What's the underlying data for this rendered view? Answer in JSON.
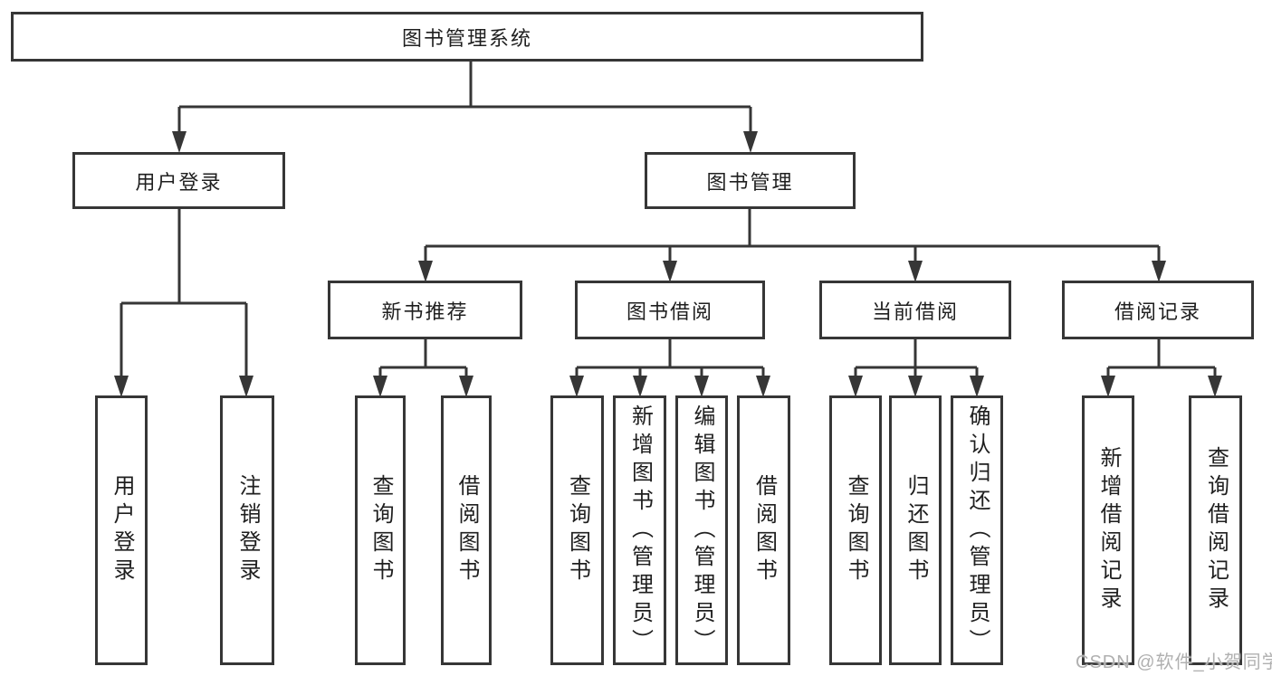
{
  "diagram": {
    "title": "图书管理系统",
    "colors": {
      "line": "#363636",
      "text": "#1f1f1f",
      "background": "#ffffff",
      "watermark": "#b0b0b0"
    },
    "nodes": {
      "root": {
        "label": "图书管理系统"
      },
      "user_login": {
        "label": "用户登录"
      },
      "book_mgmt": {
        "label": "图书管理"
      },
      "new_book_rec": {
        "label": "新书推荐"
      },
      "book_borrowing": {
        "label": "图书借阅"
      },
      "current_borrow": {
        "label": "当前借阅"
      },
      "borrow_records": {
        "label": "借阅记录"
      },
      "leaf_user_login": {
        "label": "用户登录"
      },
      "leaf_logout": {
        "label": "注销登录"
      },
      "leaf_rec_query": {
        "label": "查询图书"
      },
      "leaf_rec_borrow": {
        "label": "借阅图书"
      },
      "leaf_bb_query": {
        "label": "查询图书"
      },
      "leaf_bb_add": {
        "label": "新增图书（管理员）"
      },
      "leaf_bb_edit": {
        "label": "编辑图书（管理员）"
      },
      "leaf_bb_borrow": {
        "label": "借阅图书"
      },
      "leaf_cb_query": {
        "label": "查询图书"
      },
      "leaf_cb_return": {
        "label": "归还图书"
      },
      "leaf_cb_confirm": {
        "label": "确认归还（管理员）"
      },
      "leaf_br_add": {
        "label": "新增借阅记录"
      },
      "leaf_br_query": {
        "label": "查询借阅记录"
      }
    },
    "watermark": "CSDN @软件_小贺同学"
  }
}
